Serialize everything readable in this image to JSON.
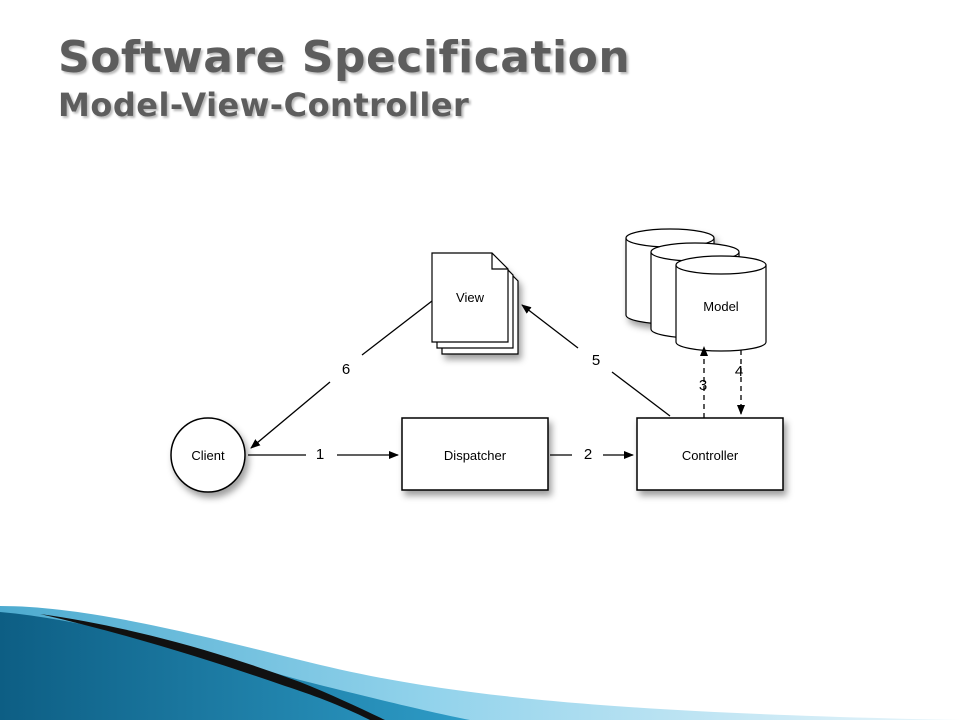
{
  "slide": {
    "title": "Software Specification",
    "subtitle": "Model-View-Controller"
  },
  "diagram": {
    "nodes": {
      "client": "Client",
      "dispatcher": "Dispatcher",
      "controller": "Controller",
      "view": "View",
      "model": "Model"
    },
    "edges": {
      "e1": "1",
      "e2": "2",
      "e3": "3",
      "e4": "4",
      "e5": "5",
      "e6": "6"
    }
  },
  "colors": {
    "title": "#5d5d5d",
    "wave_light": "#7fcbe8",
    "wave_mid": "#2e9cc7",
    "wave_dark": "#0d5e84",
    "dark_stripe": "#111111"
  }
}
